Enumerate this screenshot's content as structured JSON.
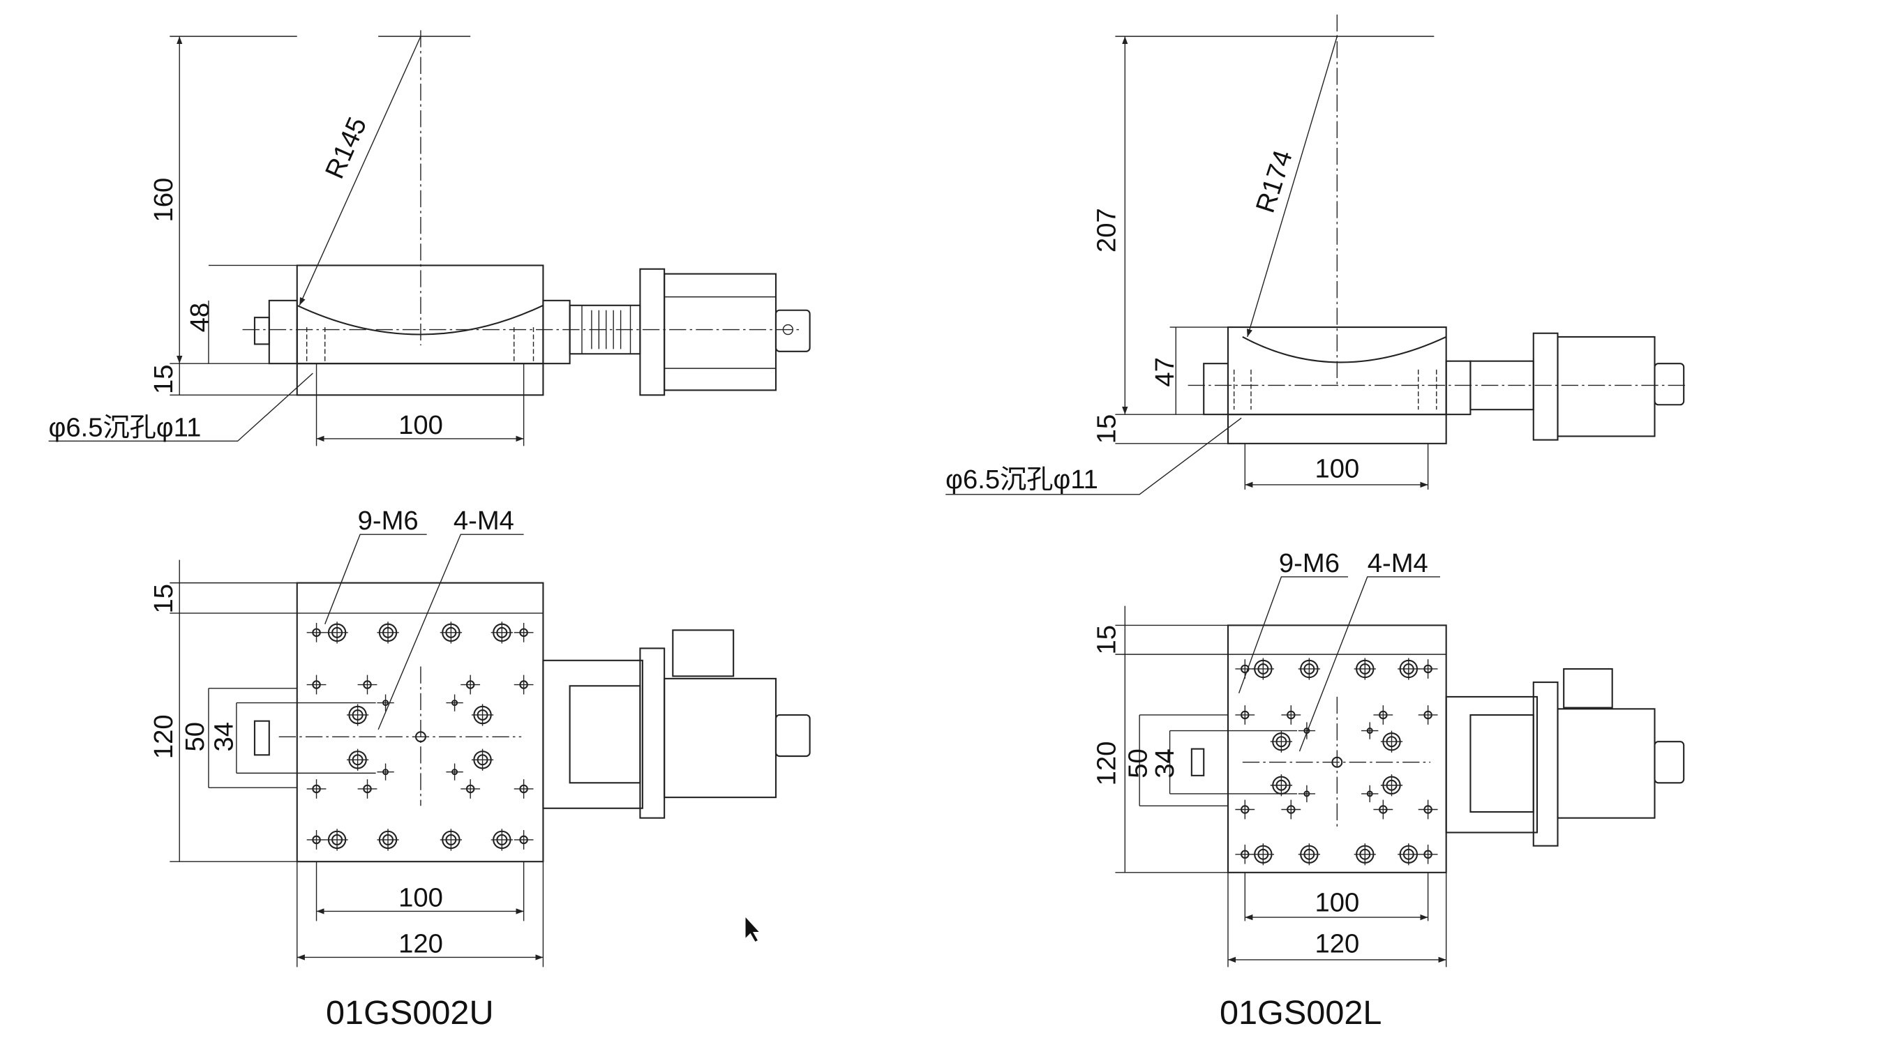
{
  "left": {
    "model": "01GS002U",
    "side": {
      "height": "160",
      "radius": "R145",
      "body": "48",
      "base": "15",
      "hole": "φ6.5沉孔φ11",
      "width": "100"
    },
    "plan": {
      "thread1": "9-M6",
      "thread2": "4-M4",
      "top": "15",
      "height": "120",
      "slot": "50",
      "slot_inner": "34",
      "pitch": "100",
      "width": "120"
    }
  },
  "right": {
    "model": "01GS002L",
    "side": {
      "height": "207",
      "radius": "R174",
      "body": "47",
      "base": "15",
      "hole": "φ6.5沉孔φ11",
      "width": "100"
    },
    "plan": {
      "thread1": "9-M6",
      "thread2": "4-M4",
      "top": "15",
      "height": "120",
      "slot": "50",
      "slot_inner": "34",
      "pitch": "100",
      "width": "120"
    }
  }
}
